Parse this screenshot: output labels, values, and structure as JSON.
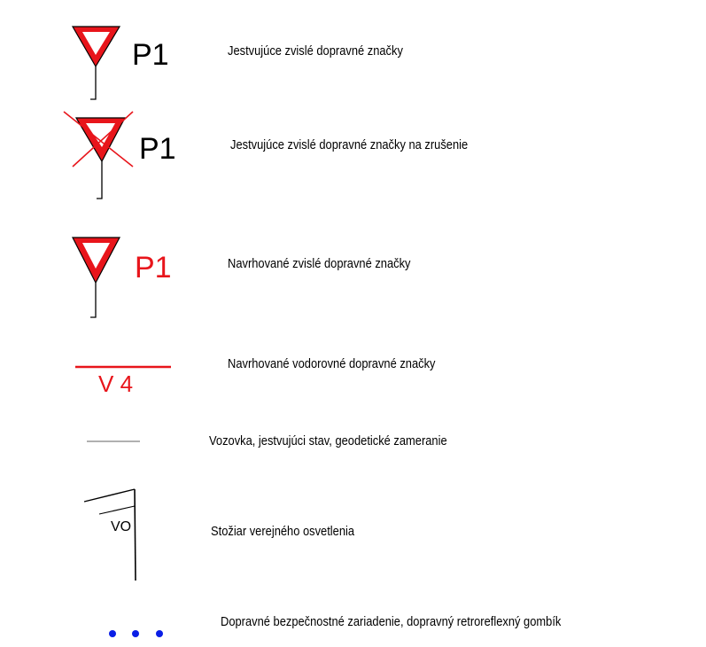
{
  "legend": {
    "items": [
      {
        "code": "P1",
        "description": "Jestvujúce zvislé dopravné značky"
      },
      {
        "code": "P1",
        "description": "Jestvujúce zvislé dopravné značky na zrušenie"
      },
      {
        "code": "P1",
        "description": "Navrhované zvislé dopravné značky"
      },
      {
        "code": "V 4",
        "description": "Navrhované vodorovné dopravné značky"
      },
      {
        "description": "Vozovka, jestvujúci stav, geodetické zameranie"
      },
      {
        "code": "VO",
        "description": "Stožiar verejného osvetlenia"
      },
      {
        "description": "Dopravné bezpečnostné zariadenie, dopravný retroreflexný gombík"
      }
    ]
  },
  "colors": {
    "sign_red": "#e8151b",
    "text_black": "#000000",
    "line_gray": "#808080",
    "dot_blue": "#0a1ee6",
    "cross_red": "#e8151b"
  }
}
